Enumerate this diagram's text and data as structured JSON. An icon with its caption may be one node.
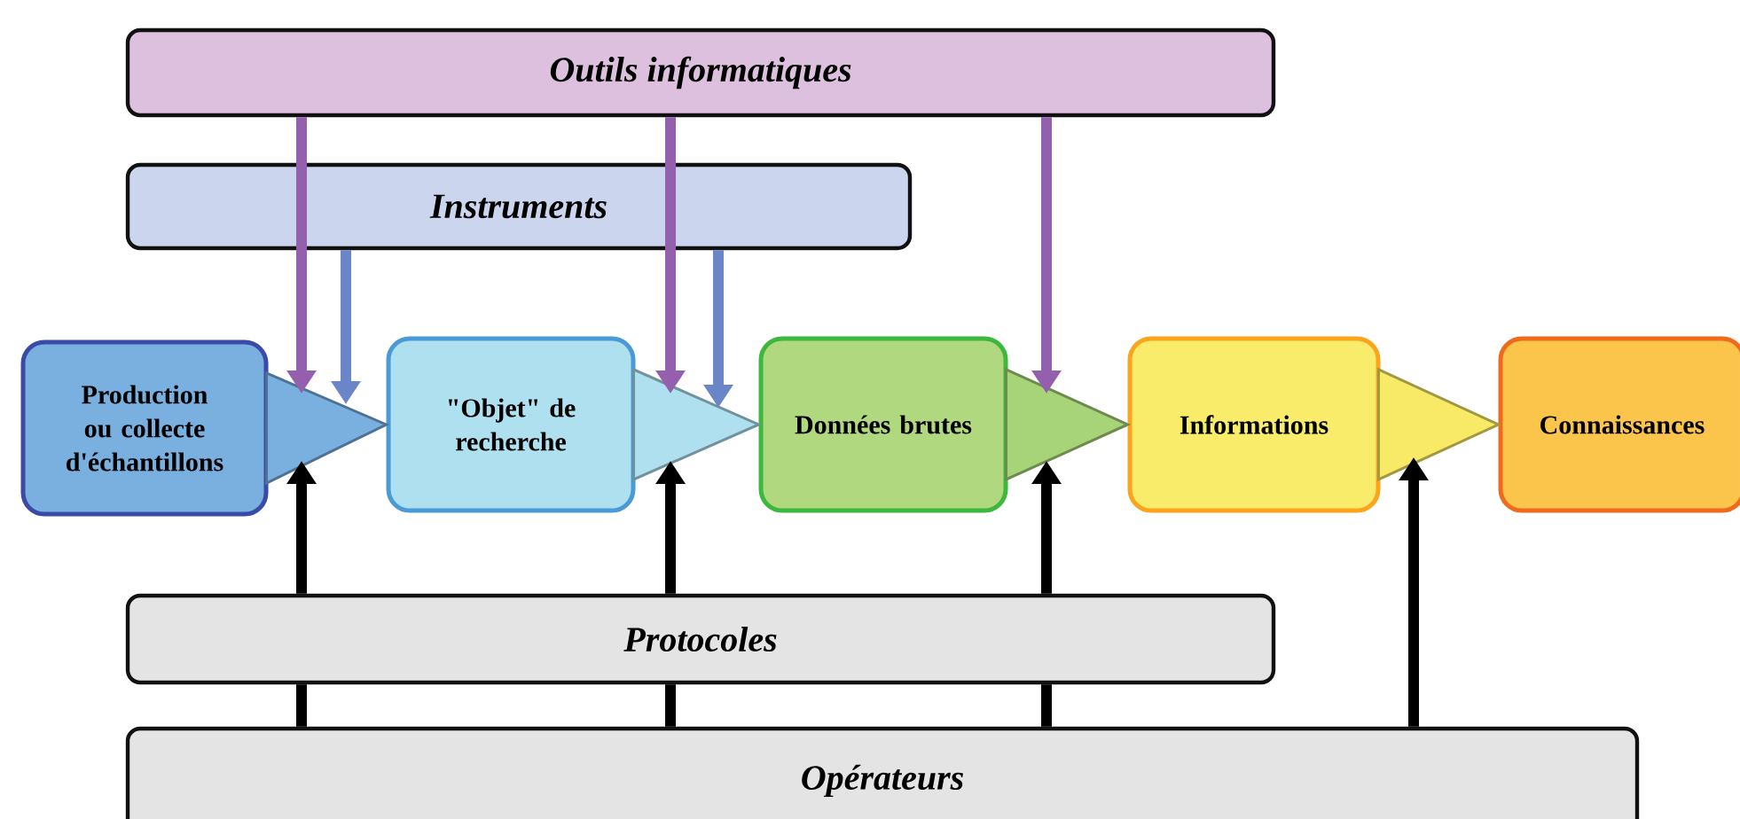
{
  "diagram": {
    "nodes": [
      {
        "text": [
          "Outils informatiques"
        ]
      },
      {
        "text": [
          "Instruments"
        ]
      },
      {
        "text": [
          "Production ou collecte d'échantillons"
        ]
      },
      {
        "text": [
          "\"Objet\" de recherche"
        ]
      },
      {
        "text": [
          "Données brutes"
        ]
      },
      {
        "text": [
          "Informations"
        ]
      },
      {
        "text": [
          "Connaissances"
        ]
      },
      {
        "text": [
          "Protocoles"
        ]
      },
      {
        "text": [
          "Opérateurs"
        ]
      }
    ],
    "edges": [
      {
        "from": 2,
        "to": 3,
        "arrow": "to",
        "color": "#7ab0e0"
      },
      {
        "from": 3,
        "to": 4,
        "arrow": "to",
        "color": "#aee0f0"
      },
      {
        "from": 4,
        "to": 5,
        "arrow": "to",
        "color": "#a8d479"
      },
      {
        "from": 5,
        "to": 6,
        "arrow": "to",
        "color": "#f8ea66"
      },
      {
        "from": 0,
        "to": null,
        "arrow": "to",
        "color": "#9460ae"
      },
      {
        "from": 0,
        "to": null,
        "arrow": "to",
        "color": "#9460ae"
      },
      {
        "from": 0,
        "to": null,
        "arrow": "to",
        "color": "#9460ae"
      },
      {
        "from": 1,
        "to": null,
        "arrow": "to",
        "color": "#6a86c8"
      },
      {
        "from": 1,
        "to": null,
        "arrow": "to",
        "color": "#6a86c8"
      },
      {
        "from": 7,
        "to": null,
        "arrow": "to"
      },
      {
        "from": 7,
        "to": null,
        "arrow": "to"
      },
      {
        "from": 7,
        "to": null,
        "arrow": "to"
      },
      {
        "from": 8,
        "to": 7,
        "arrow": "none"
      },
      {
        "from": 8,
        "to": 7,
        "arrow": "none"
      },
      {
        "from": 8,
        "to": 7,
        "arrow": "none"
      },
      {
        "from": 8,
        "to": null,
        "arrow": "to"
      }
    ]
  }
}
